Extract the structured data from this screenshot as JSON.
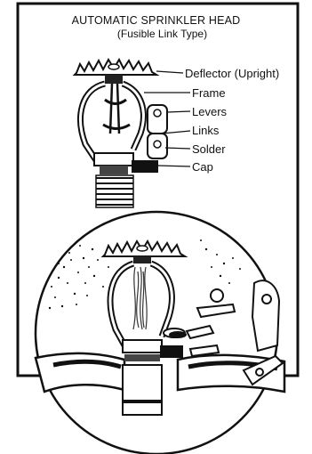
{
  "diagram": {
    "title": "AUTOMATIC SPRINKLER HEAD",
    "subtitle": "(Fusible Link Type)",
    "callouts": [
      {
        "label": "Deflector (Upright)"
      },
      {
        "label": "Frame"
      },
      {
        "label": "Levers"
      },
      {
        "label": "Links"
      },
      {
        "label": "Solder"
      },
      {
        "label": "Cap"
      }
    ]
  }
}
